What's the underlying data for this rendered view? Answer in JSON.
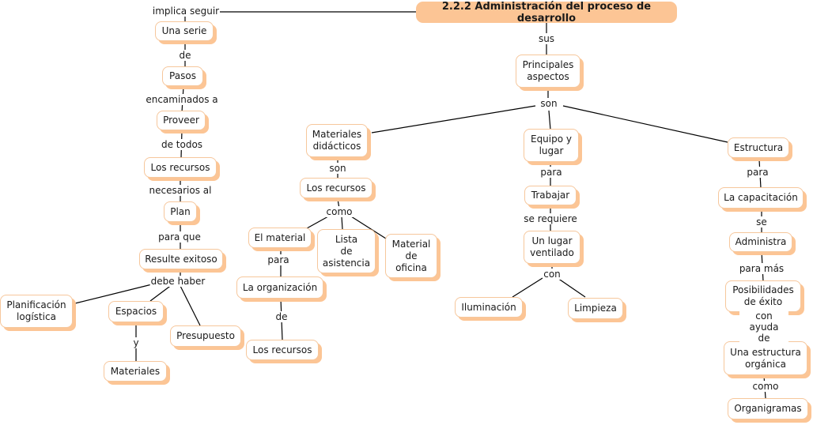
{
  "title": "2.2.2 Administración del proceso de desarrollo",
  "colors": {
    "node_border": "#f6c79c",
    "node_shadow": "#fcc595",
    "root_fill": "#fcc595",
    "link": "#000000"
  },
  "nodes": {
    "root": "2.2.2 Administración del proceso de desarrollo",
    "una_serie": "Una serie",
    "pasos": "Pasos",
    "proveer": "Proveer",
    "los_recursos_1": "Los recursos",
    "plan": "Plan",
    "resulte": "Resulte exitoso",
    "planificacion": "Planificación\nlogística",
    "espacios": "Espacios",
    "materiales": "Materiales",
    "presupuesto": "Presupuesto",
    "principales": "Principales\naspectos",
    "mat_didacticos": "Materiales\ndidácticos",
    "los_recursos_2": "Los recursos",
    "el_material": "El material",
    "lista": "Lista\nde\nasistencia",
    "material_oficina": "Material\nde\noficina",
    "la_organizacion": "La organización",
    "los_recursos_3": "Los recursos",
    "equipo": "Equipo y\nlugar",
    "trabajar": "Trabajar",
    "lugar_ventilado": "Un lugar\nventilado",
    "iluminacion": "Iluminación",
    "limpieza": "Limpieza",
    "estructura": "Estructura",
    "capacitacion": "La capacitación",
    "administra": "Administra",
    "posibilidades": "Posibilidades\nde éxito",
    "estructura_organica": "Una estructura\norgánica",
    "organigramas": "Organigramas"
  },
  "links": {
    "implica_seguir": "implica seguir",
    "de_1": "de",
    "encaminados": "encaminados a",
    "de_todos": "de todos",
    "necesarios": "necesarios al",
    "para_que": "para que",
    "debe_haber": "debe haber",
    "y": "y",
    "sus": "sus",
    "son_1": "son",
    "son_2": "son",
    "como_1": "como",
    "para_1": "para",
    "de_2": "de",
    "para_2": "para",
    "se_requiere": "se requiere",
    "con": "con",
    "para_3": "para",
    "se": "se",
    "para_mas": "para más",
    "con_ayuda": "con ayuda\nde",
    "como_2": "como"
  }
}
